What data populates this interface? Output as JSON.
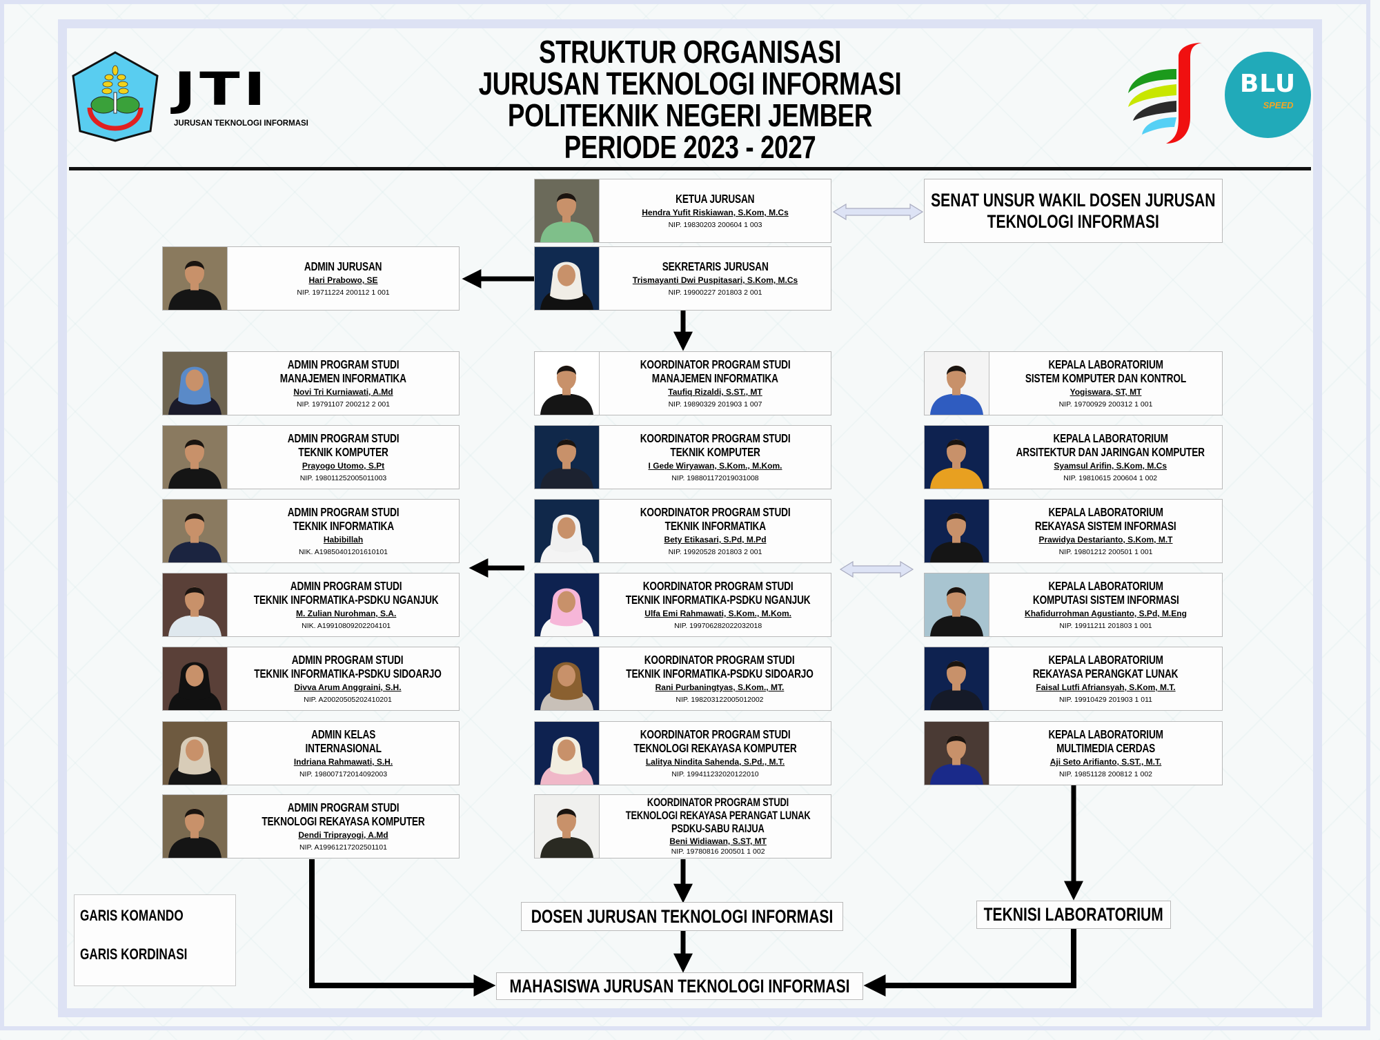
{
  "header": {
    "title_lines": [
      "STRUKTUR ORGANISASI",
      "JURUSAN TEKNOLOGI INFORMASI",
      "POLITEKNIK NEGERI JEMBER",
      "PERIODE 2023 - 2027"
    ],
    "jti_logo": {
      "letters": "JTI",
      "subtitle": "JURUSAN TEKNOLOGI INFORMASI"
    },
    "blu_logo": {
      "text": "BLU",
      "sub": "SPEED"
    }
  },
  "leadership": {
    "ketua": {
      "role": [
        "KETUA JURUSAN"
      ],
      "name": "Hendra Yufit Riskiawan, S.Kom, M.Cs",
      "id": "NIP. 19830203 200604 1 003",
      "colors": {
        "bg": "#6b6a5a",
        "cloth": "#7fbf8a"
      }
    },
    "sekretaris": {
      "role": [
        "SEKRETARIS JURUSAN"
      ],
      "name": "Trismayanti Dwi Puspitasari, S.Kom, M.Cs",
      "id": "NIP. 19900227 201803 2 001",
      "colors": {
        "bg": "#102a50",
        "cloth": "#111111",
        "hijab": "#f0ede6"
      }
    },
    "admin_jurusan": {
      "role": [
        "ADMIN JURUSAN"
      ],
      "name": "Hari Prabowo, SE",
      "id": "NIP. 19711224 200112 1 001",
      "colors": {
        "bg": "#8a7a5e",
        "cloth": "#151515"
      }
    }
  },
  "senat": {
    "lines": [
      "SENAT UNSUR WAKIL DOSEN JURUSAN",
      "TEKNOLOGI INFORMASI"
    ]
  },
  "left_column": [
    {
      "role": [
        "ADMIN PROGRAM STUDI",
        "MANAJEMEN INFORMATIKA"
      ],
      "name": "Novi Tri Kurniawati, A.Md",
      "id": "NIP. 19791107 200212 2 001",
      "colors": {
        "bg": "#6e6450",
        "cloth": "#1a1a2a",
        "hijab": "#5a8ac8"
      }
    },
    {
      "role": [
        "ADMIN PROGRAM STUDI",
        "TEKNIK KOMPUTER"
      ],
      "name": "Prayogo Utomo, S.Pt",
      "id": "NIP. 198011252005011003",
      "colors": {
        "bg": "#8a7a60",
        "cloth": "#151515"
      }
    },
    {
      "role": [
        "ADMIN PROGRAM STUDI",
        "TEKNIK INFORMATIKA"
      ],
      "name": "Habibillah",
      "id": "NIK. A19850401201610101",
      "colors": {
        "bg": "#8a7a60",
        "cloth": "#1b2440"
      }
    },
    {
      "role": [
        "ADMIN PROGRAM STUDI",
        "TEKNIK INFORMATIKA-PSDKU NGANJUK"
      ],
      "name": "M. Zulian Nurohman, S.A.",
      "id": "NIK.  A19910809202204101",
      "colors": {
        "bg": "#5a4038",
        "cloth": "#dfe8ee"
      }
    },
    {
      "role": [
        "ADMIN PROGRAM STUDI",
        "TEKNIK INFORMATIKA-PSDKU SIDOARJO"
      ],
      "name": "Divva Arum Anggraini, S.H.",
      "id": "NIP. A20020505202410201",
      "colors": {
        "bg": "#5a4038",
        "cloth": "#111111",
        "hijab": "#111111"
      }
    },
    {
      "role": [
        "ADMIN KELAS",
        "INTERNASIONAL"
      ],
      "name": "Indriana Rahmawati, S.H.",
      "id": "NIP. 198007172014092003",
      "colors": {
        "bg": "#6e5a40",
        "cloth": "#151515",
        "hijab": "#d8ccb8"
      }
    },
    {
      "role": [
        "ADMIN PROGRAM STUDI",
        "TEKNOLOGI REKAYASA KOMPUTER"
      ],
      "name": "Dendi Triprayogi, A.Md",
      "id": "NIP. A19961217202501101",
      "colors": {
        "bg": "#7a6a50",
        "cloth": "#151515"
      }
    }
  ],
  "center_column": [
    {
      "role": [
        "KOORDINATOR PROGRAM STUDI",
        "MANAJEMEN INFORMATIKA"
      ],
      "name": "Taufiq Rizaldi, S.ST., MT",
      "id": "NIP. 19890329 201903 1 007",
      "colors": {
        "bg": "#ffffff",
        "cloth": "#151515"
      }
    },
    {
      "role": [
        "KOORDINATOR PROGRAM STUDI",
        "TEKNIK KOMPUTER"
      ],
      "name": "I Gede Wiryawan, S.Kom., M.Kom.",
      "id": "NIP. 198801172019031008",
      "colors": {
        "bg": "#10284a",
        "cloth": "#1c2230"
      }
    },
    {
      "role": [
        "KOORDINATOR PROGRAM STUDI",
        "TEKNIK INFORMATIKA"
      ],
      "name": "Bety Etikasari, S.Pd, M.Pd",
      "id": "NIP. 19920528 201803 2 001",
      "colors": {
        "bg": "#10284a",
        "cloth": "#f4f4f4",
        "hijab": "#f0f0f0"
      }
    },
    {
      "role": [
        "KOORDINATOR PROGRAM STUDI",
        "TEKNIK INFORMATIKA-PSDKU NGANJUK"
      ],
      "name": "Ulfa Emi Rahmawati, S.Kom., M.Kom.",
      "id": "NIP. 199706282022032018",
      "colors": {
        "bg": "#0e2250",
        "cloth": "#f8f8f8",
        "hijab": "#f6b6d8"
      }
    },
    {
      "role": [
        "KOORDINATOR PROGRAM STUDI",
        "TEKNIK INFORMATIKA-PSDKU SIDOARJO"
      ],
      "name": "Rani Purbaningtyas, S.Kom., MT.",
      "id": "NIP. 198203122005012002",
      "colors": {
        "bg": "#0e2250",
        "cloth": "#c8c0b8",
        "hijab": "#8a6030"
      }
    },
    {
      "role": [
        "KOORDINATOR PROGRAM STUDI",
        "TEKNOLOGI REKAYASA KOMPUTER"
      ],
      "name": "Lalitya Nindita Sahenda, S.Pd., M.T.",
      "id": "NIP. 199411232020122010",
      "colors": {
        "bg": "#0e2250",
        "cloth": "#f0b8c8",
        "hijab": "#f2eee0"
      }
    },
    {
      "role": [
        "KOORDINATOR PROGRAM STUDI",
        "TEKNOLOGI REKAYASA PERANGAT LUNAK",
        "PSDKU-SABU RAIJUA"
      ],
      "name": "Beni Widiawan, S.ST, MT",
      "id": "NIP. 19780816 200501 1 002",
      "colors": {
        "bg": "#f0f0ee",
        "cloth": "#2a2a22"
      }
    }
  ],
  "right_column": [
    {
      "role": [
        "KEPALA LABORATORIUM",
        "SISTEM KOMPUTER DAN KONTROL"
      ],
      "name": "Yogiswara, ST, MT",
      "id": "NIP.  19700929 200312 1 001",
      "colors": {
        "bg": "#f4f4f4",
        "cloth": "#2f5cc0"
      }
    },
    {
      "role": [
        "KEPALA LABORATORIUM",
        "ARSITEKTUR DAN JARINGAN KOMPUTER"
      ],
      "name": "Syamsul Arifin, S.Kom, M.Cs",
      "id": "NIP. 19810615 200604 1 002",
      "colors": {
        "bg": "#0e2250",
        "cloth": "#e8a020"
      }
    },
    {
      "role": [
        "KEPALA LABORATORIUM",
        "REKAYASA SISTEM INFORMASI"
      ],
      "name": "Prawidya Destarianto, S.Kom, M.T",
      "id": "NIP. 19801212 200501 1 001",
      "colors": {
        "bg": "#0e2250",
        "cloth": "#151515"
      }
    },
    {
      "role": [
        "KEPALA LABORATORIUM",
        "KOMPUTASI SISTEM INFORMASI"
      ],
      "name": "Khafidurrohman Agustianto, S.Pd, M.Eng",
      "id": "NIP.  19911211 201803 1 001",
      "colors": {
        "bg": "#a8c4d0",
        "cloth": "#151515"
      }
    },
    {
      "role": [
        "KEPALA LABORATORIUM",
        "REKAYASA PERANGKAT LUNAK"
      ],
      "name": "Faisal Lutfi Afriansyah, S.Kom, M.T.",
      "id": "NIP. 19910429 201903 1 011",
      "colors": {
        "bg": "#0e2250",
        "cloth": "#151a28"
      }
    },
    {
      "role": [
        "KEPALA LABORATORIUM",
        "MULTIMEDIA CERDAS"
      ],
      "name": "Aji Seto Arifianto, S.ST., M.T.",
      "id": "NIP. 19851128 200812 1 002",
      "colors": {
        "bg": "#4a3a34",
        "cloth": "#1a2a8a"
      }
    }
  ],
  "dosen": "DOSEN JURUSAN TEKNOLOGI INFORMASI",
  "teknisi": "TEKNISI LABORATORIUM",
  "mahasiswa": "MAHASISWA JURUSAN TEKNOLOGI INFORMASI",
  "legend": {
    "komando": "GARIS KOMANDO",
    "kordinasi": "GARIS KORDINASI"
  },
  "colors": {
    "command_line": "#000000",
    "coordination_line": "#dde3f5",
    "frame": "#dde2f4"
  }
}
